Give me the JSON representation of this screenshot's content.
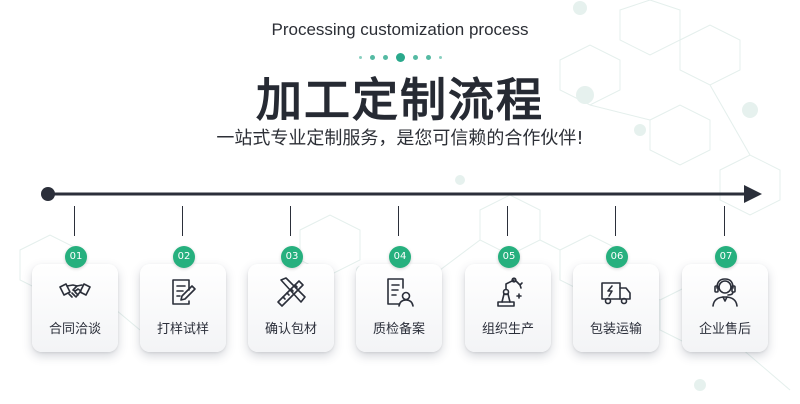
{
  "header": {
    "subtitle_en": "Processing customization process",
    "title_cn": "加工定制流程",
    "slogan": "一站式专业定制服务，是您可信赖的合作伙伴!"
  },
  "accent_color": "#26b07e",
  "steps": [
    {
      "number": "01",
      "label": "合同洽谈",
      "icon": "handshake-icon"
    },
    {
      "number": "02",
      "label": "打样试样",
      "icon": "form-edit-icon"
    },
    {
      "number": "03",
      "label": "确认包材",
      "icon": "ruler-pencil-icon"
    },
    {
      "number": "04",
      "label": "质检备案",
      "icon": "document-inspector-icon"
    },
    {
      "number": "05",
      "label": "组织生产",
      "icon": "robot-arm-icon"
    },
    {
      "number": "06",
      "label": "包装运输",
      "icon": "delivery-truck-icon"
    },
    {
      "number": "07",
      "label": "企业售后",
      "icon": "customer-service-icon"
    }
  ]
}
